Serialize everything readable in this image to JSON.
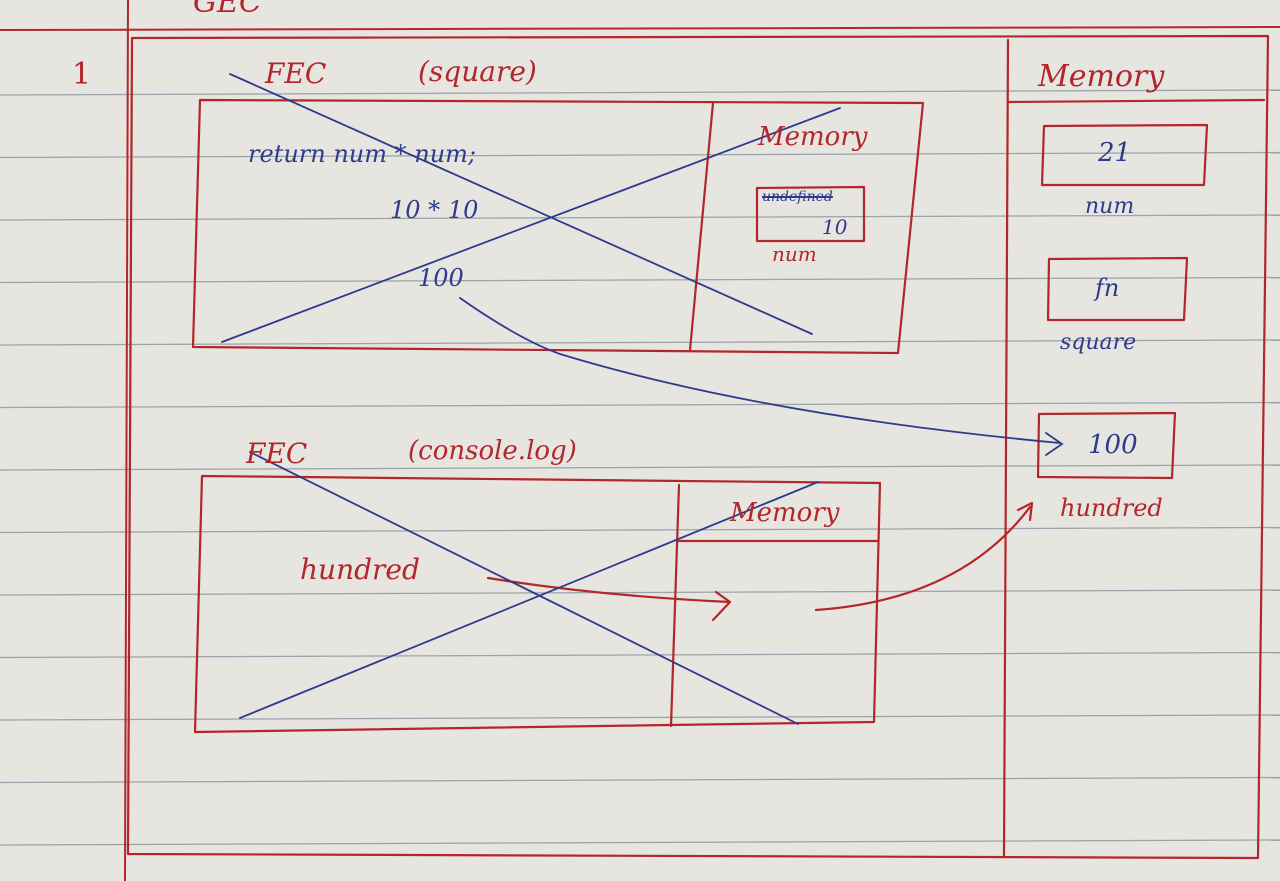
{
  "colors": {
    "paper": "#e6e5e0",
    "rule_line": "#9aa3ab",
    "red_ink": "#b3262a",
    "blue_ink": "#2e3a8c"
  },
  "header": {
    "title": "GEC",
    "page_number": "1"
  },
  "gec_memory": {
    "title": "Memory",
    "slots": [
      {
        "value": "21",
        "label": "num"
      },
      {
        "value": "fn",
        "label": "square"
      },
      {
        "value": "100",
        "label": "hundred"
      }
    ]
  },
  "square_context": {
    "title": "FEC",
    "subtitle": "(square)",
    "code_line": "return num * num;",
    "calc_line": "10 * 10",
    "result": "100",
    "memory": {
      "title": "Memory",
      "struck_value": "undefined",
      "value": "10",
      "label": "num"
    },
    "crossed_out": true
  },
  "log_context": {
    "title": "FEC",
    "subtitle": "(console.log)",
    "variable": "hundred",
    "memory": {
      "title": "Memory"
    },
    "crossed_out": true
  }
}
